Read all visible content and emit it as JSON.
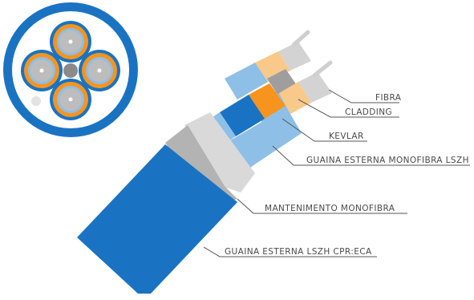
{
  "diagram": {
    "labels": {
      "fibra": "FIBRA",
      "cladding": "CLADDING",
      "kevlar": "KEVLAR",
      "guaina_monofibra": "GUAINA ESTERNA MONOFIBRA LSZH",
      "mantenimento": "MANTENIMENTO MONOFIBRA",
      "guaina_esterna": "GUAINA ESTERNA LSZH CPR:ECA"
    },
    "colors": {
      "outer_jacket": "#1a73c2",
      "inner_sheath": "#8ebfe6",
      "kevlar": "#f7941d",
      "cladding": "#f9c98a",
      "fiber": "#d9d9d9",
      "retention_tape": "#b3b3b3",
      "leader_line": "#555555",
      "label_text": "#4a4a4a"
    }
  }
}
